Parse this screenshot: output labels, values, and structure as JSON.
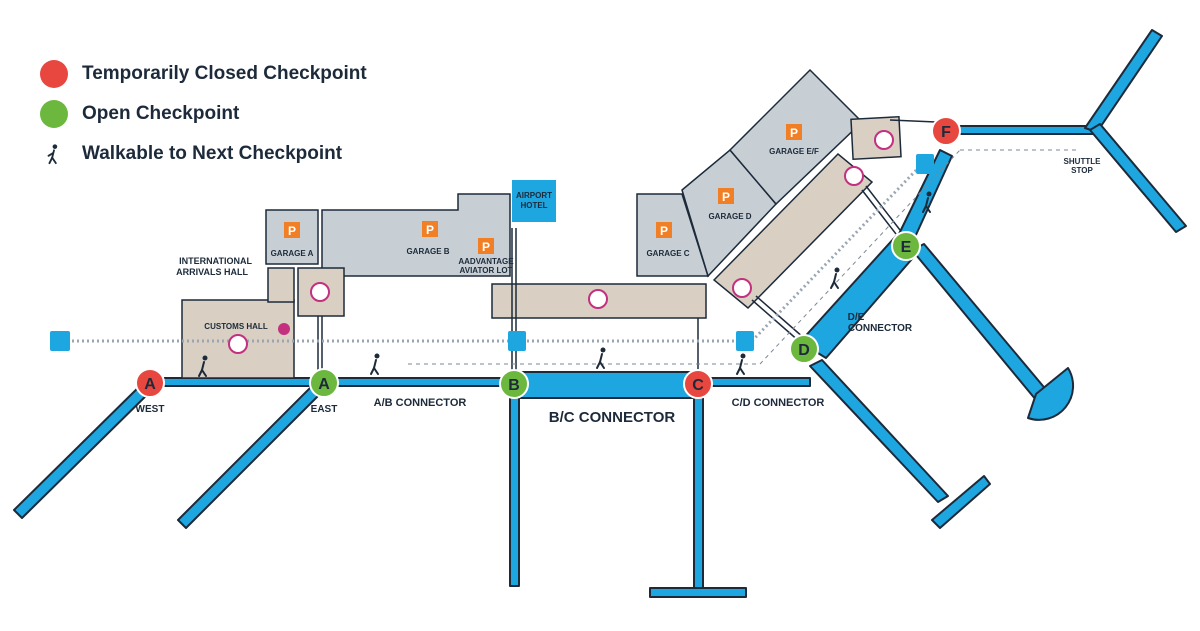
{
  "colors": {
    "closed": "#e8473f",
    "open": "#6cb83f",
    "terminal": "#1ea6e0",
    "terminal_outline": "#1c2a3a",
    "garage": "#c7cfd5",
    "garage_alt": "#d9cfc2",
    "parking": "#f07f25",
    "shuttle_path": "#8a96a3"
  },
  "legend": {
    "closed_label": "Temporarily Closed Checkpoint",
    "open_label": "Open Checkpoint",
    "walk_label": "Walkable to Next Checkpoint",
    "walk_icon": "walking-person-icon"
  },
  "checkpoints": {
    "a_west": {
      "letter": "A",
      "status": "closed",
      "sublabel": "WEST"
    },
    "a_east": {
      "letter": "A",
      "status": "open",
      "sublabel": "EAST"
    },
    "b": {
      "letter": "B",
      "status": "open"
    },
    "c": {
      "letter": "C",
      "status": "closed"
    },
    "d": {
      "letter": "D",
      "status": "open"
    },
    "e": {
      "letter": "E",
      "status": "open"
    },
    "f": {
      "letter": "F",
      "status": "closed"
    }
  },
  "connectors": {
    "ab": "A/B CONNECTOR",
    "bc": "B/C CONNECTOR",
    "cd": "C/D CONNECTOR",
    "de_line1": "D/E",
    "de_line2": "CONNECTOR"
  },
  "garages": {
    "a": "GARAGE A",
    "b": "GARAGE B",
    "c": "GARAGE C",
    "d": "GARAGE D",
    "ef": "GARAGE E/F",
    "aviator_line1": "AADVANTAGE",
    "aviator_line2": "AVIATOR LOT",
    "parking_symbol": "P"
  },
  "places": {
    "hotel_line1": "AIRPORT",
    "hotel_line2": "HOTEL",
    "intl_line1": "INTERNATIONAL",
    "intl_line2": "ARRIVALS HALL",
    "customs": "CUSTOMS HALL",
    "shuttle_line1": "SHUTTLE",
    "shuttle_line2": "STOP"
  }
}
